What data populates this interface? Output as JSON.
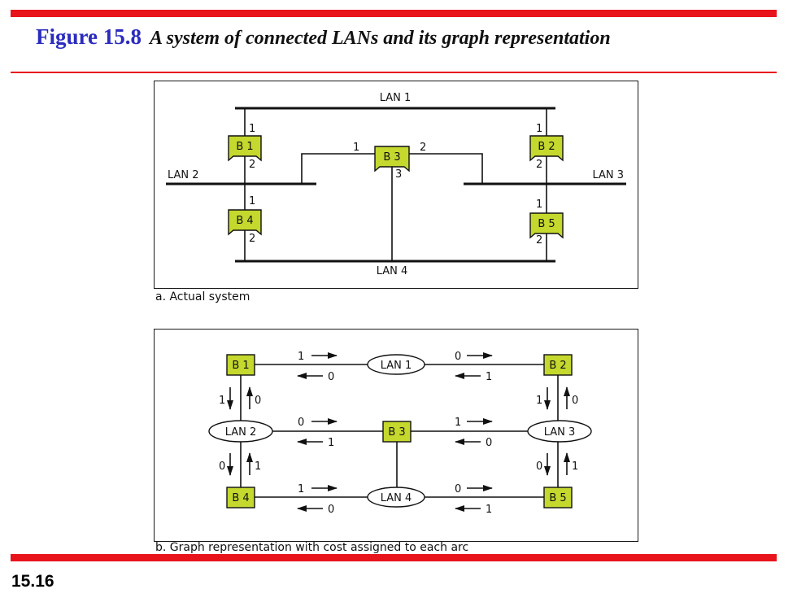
{
  "title": {
    "figure_label": "Figure 15.8",
    "caption": "A system of connected LANs and its graph representation"
  },
  "actual_system": {
    "caption": "a. Actual system",
    "lans": [
      "LAN 1",
      "LAN 2",
      "LAN 3",
      "LAN 4"
    ],
    "bridges": [
      "B 1",
      "B 2",
      "B 3",
      "B 4",
      "B 5"
    ],
    "ports": {
      "b1_top": "1",
      "b1_bottom": "2",
      "b2_top": "1",
      "b2_bottom": "2",
      "b3_left": "1",
      "b3_right": "2",
      "b3_bottom": "3",
      "b4_top": "1",
      "b4_bottom": "2",
      "b5_top": "1",
      "b5_bottom": "2"
    }
  },
  "graph": {
    "caption": "b. Graph representation with cost assigned to each arc",
    "nodes": {
      "b1": "B 1",
      "b2": "B 2",
      "b3": "B 3",
      "b4": "B 4",
      "b5": "B 5",
      "lan1": "LAN 1",
      "lan2": "LAN 2",
      "lan3": "LAN 3",
      "lan4": "LAN 4"
    },
    "costs": {
      "b1_lan1_fwd": "1",
      "b1_lan1_back": "0",
      "lan1_b2_fwd": "0",
      "lan1_b2_back": "1",
      "lan2_b3_fwd": "0",
      "lan2_b3_back": "1",
      "b3_lan3_fwd": "1",
      "b3_lan3_back": "0",
      "b4_lan4_fwd": "1",
      "b4_lan4_back": "0",
      "lan4_b5_fwd": "0",
      "lan4_b5_back": "1",
      "b1_lan2_down": "1",
      "b1_lan2_up": "0",
      "b2_lan3_down": "1",
      "b2_lan3_up": "0",
      "lan2_b4_down": "0",
      "lan2_b4_up": "1",
      "lan3_b5_down": "0",
      "lan3_b5_up": "1"
    }
  },
  "colors": {
    "accent_red": "#e8141c",
    "title_blue": "#2b2bbf",
    "bridge_fill": "#c4d82e"
  },
  "footer": {
    "slide_number": "15.16"
  }
}
